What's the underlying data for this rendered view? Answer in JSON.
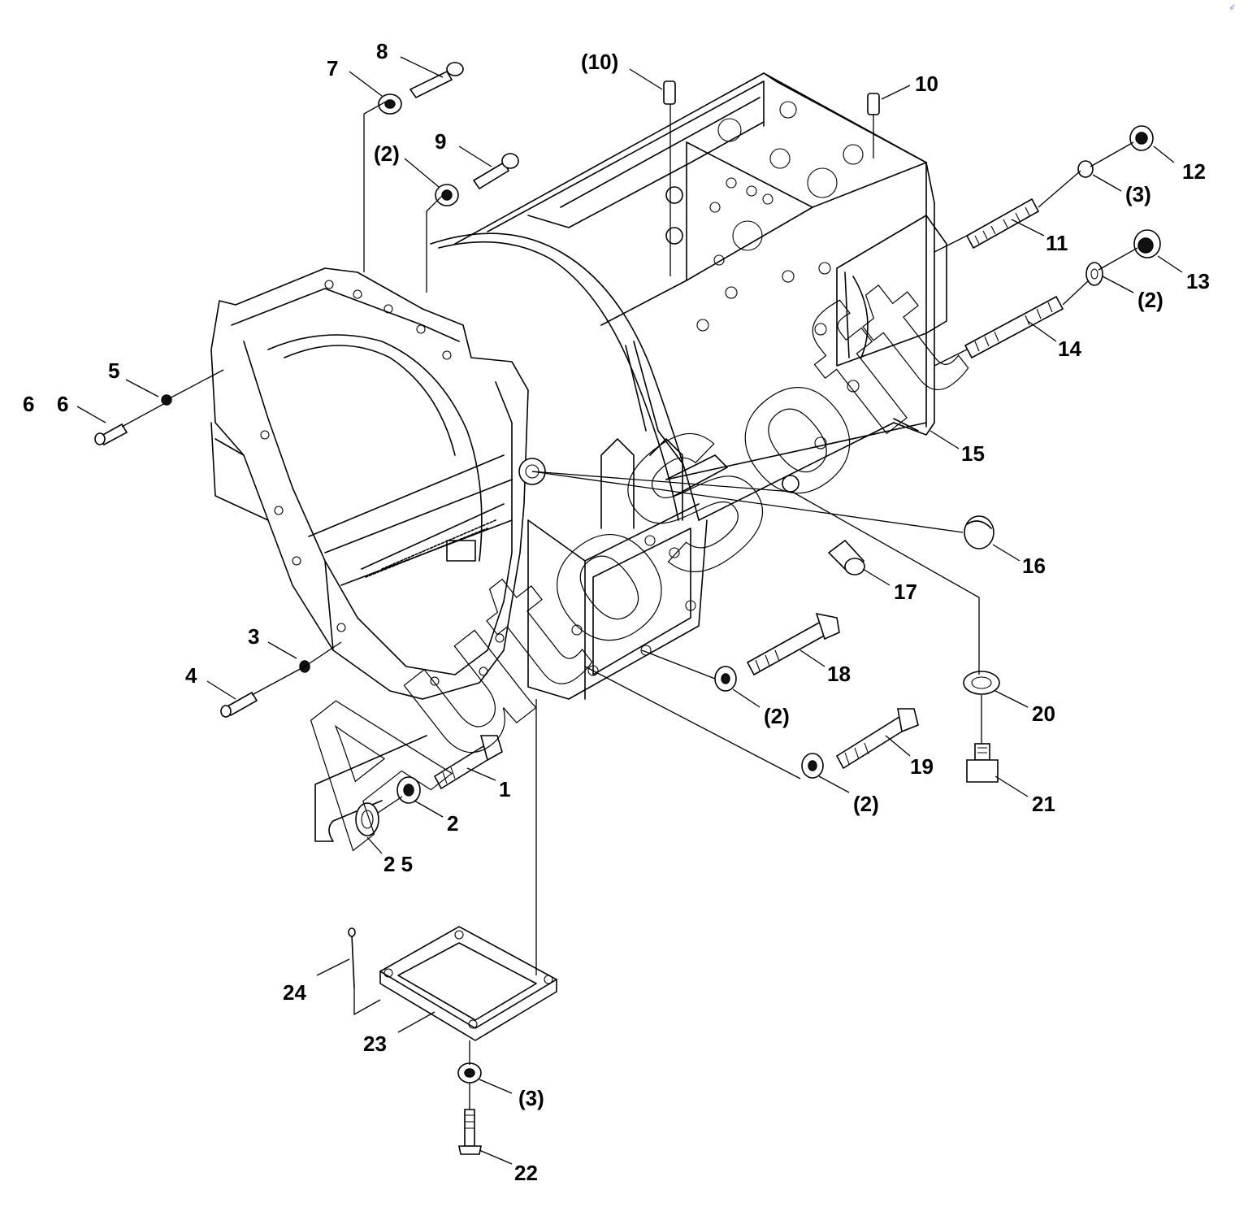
{
  "watermark": "AutoSoft",
  "corner_mark": "ᵃ°",
  "callouts": {
    "c1": "1",
    "c2": "2",
    "c3": "3",
    "c4": "4",
    "c5": "5",
    "c6a": "6",
    "c6b": "6",
    "c7": "7",
    "c8": "8",
    "c9": "9",
    "c2_upper": "(2)",
    "c10": "10",
    "c10_paren": "(10)",
    "c11": "11",
    "c3_upper": "(3)",
    "c12": "12",
    "c13": "13",
    "c2_right": "(2)",
    "c14": "14",
    "c15": "15",
    "c16": "16",
    "c17": "17",
    "c18": "18",
    "c2_18": "(2)",
    "c19": "19",
    "c2_19": "(2)",
    "c20": "20",
    "c21": "21",
    "c22": "22",
    "c3_lower": "(3)",
    "c23": "23",
    "c24": "24",
    "c25": "2 5"
  }
}
